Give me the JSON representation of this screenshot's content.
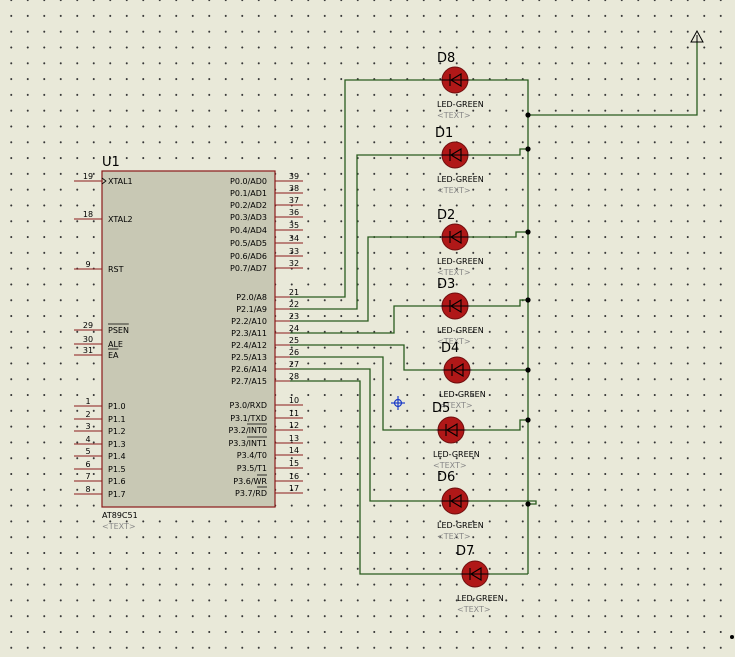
{
  "mcu": {
    "ref": "U1",
    "part": "AT89C51",
    "text_placeholder": "<TEXT>",
    "left_pins": [
      {
        "num": "19",
        "name": "XTAL1"
      },
      {
        "num": "18",
        "name": "XTAL2"
      },
      {
        "num": "9",
        "name": "RST"
      },
      {
        "num": "29",
        "name": "PSEN"
      },
      {
        "num": "30",
        "name": "ALE"
      },
      {
        "num": "31",
        "name": "EA"
      },
      {
        "num": "1",
        "name": "P1.0"
      },
      {
        "num": "2",
        "name": "P1.1"
      },
      {
        "num": "3",
        "name": "P1.2"
      },
      {
        "num": "4",
        "name": "P1.3"
      },
      {
        "num": "5",
        "name": "P1.4"
      },
      {
        "num": "6",
        "name": "P1.5"
      },
      {
        "num": "7",
        "name": "P1.6"
      },
      {
        "num": "8",
        "name": "P1.7"
      }
    ],
    "right_pins": [
      {
        "num": "39",
        "name": "P0.0/AD0"
      },
      {
        "num": "38",
        "name": "P0.1/AD1"
      },
      {
        "num": "37",
        "name": "P0.2/AD2"
      },
      {
        "num": "36",
        "name": "P0.3/AD3"
      },
      {
        "num": "35",
        "name": "P0.4/AD4"
      },
      {
        "num": "34",
        "name": "P0.5/AD5"
      },
      {
        "num": "33",
        "name": "P0.6/AD6"
      },
      {
        "num": "32",
        "name": "P0.7/AD7"
      },
      {
        "num": "21",
        "name": "P2.0/A8"
      },
      {
        "num": "22",
        "name": "P2.1/A9"
      },
      {
        "num": "23",
        "name": "P2.2/A10"
      },
      {
        "num": "24",
        "name": "P2.3/A11"
      },
      {
        "num": "25",
        "name": "P2.4/A12"
      },
      {
        "num": "26",
        "name": "P2.5/A13"
      },
      {
        "num": "27",
        "name": "P2.6/A14"
      },
      {
        "num": "28",
        "name": "P2.7/A15"
      },
      {
        "num": "10",
        "name": "P3.0/RXD"
      },
      {
        "num": "11",
        "name": "P3.1/TXD"
      },
      {
        "num": "12",
        "name": "P3.2/INT0"
      },
      {
        "num": "13",
        "name": "P3.3/INT1"
      },
      {
        "num": "14",
        "name": "P3.4/T0"
      },
      {
        "num": "15",
        "name": "P3.5/T1"
      },
      {
        "num": "16",
        "name": "P3.6/WR"
      },
      {
        "num": "17",
        "name": "P3.7/RD"
      }
    ]
  },
  "leds": [
    {
      "ref": "D8",
      "part": "LED-GREEN",
      "text": "<TEXT>"
    },
    {
      "ref": "D1",
      "part": "LED-GREEN",
      "text": "<TEXT>"
    },
    {
      "ref": "D2",
      "part": "LED-GREEN",
      "text": "<TEXT>"
    },
    {
      "ref": "D3",
      "part": "LED-GREEN",
      "text": "<TEXT>"
    },
    {
      "ref": "D4",
      "part": "LED-GREEN",
      "text": "<TEXT>"
    },
    {
      "ref": "D5",
      "part": "LED-GREEN",
      "text": "<TEXT>"
    },
    {
      "ref": "D6",
      "part": "LED-GREEN",
      "text": "<TEXT>"
    },
    {
      "ref": "D7",
      "part": "LED-GREEN",
      "text": "<TEXT>"
    }
  ],
  "power": {
    "symbol": "power-terminal-icon"
  },
  "colors": {
    "background": "#e9e9d9",
    "chip_fill": "#c8c8b4",
    "chip_border": "#8b1a1a",
    "wire": "#2a5c1e",
    "led_body": "#b01818",
    "cursor": "#1c3cc8"
  }
}
